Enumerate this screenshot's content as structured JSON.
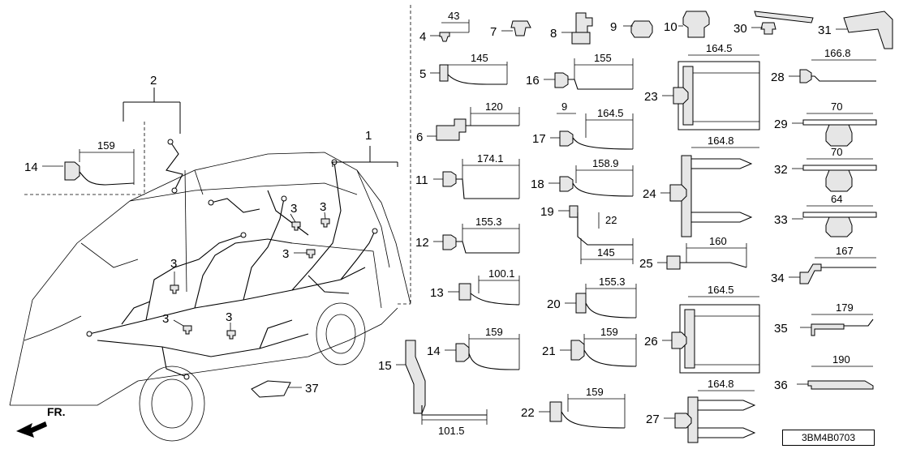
{
  "parts": [
    {
      "num": "1"
    },
    {
      "num": "2"
    },
    {
      "num": "3"
    },
    {
      "num": "4"
    },
    {
      "num": "5"
    },
    {
      "num": "6"
    },
    {
      "num": "7"
    },
    {
      "num": "8"
    },
    {
      "num": "9"
    },
    {
      "num": "10"
    },
    {
      "num": "11"
    },
    {
      "num": "12"
    },
    {
      "num": "13"
    },
    {
      "num": "14"
    },
    {
      "num": "15"
    },
    {
      "num": "16"
    },
    {
      "num": "17"
    },
    {
      "num": "18"
    },
    {
      "num": "19"
    },
    {
      "num": "20"
    },
    {
      "num": "21"
    },
    {
      "num": "22"
    },
    {
      "num": "23"
    },
    {
      "num": "24"
    },
    {
      "num": "25"
    },
    {
      "num": "26"
    },
    {
      "num": "27"
    },
    {
      "num": "28"
    },
    {
      "num": "29"
    },
    {
      "num": "30"
    },
    {
      "num": "31"
    },
    {
      "num": "32"
    },
    {
      "num": "33"
    },
    {
      "num": "34"
    },
    {
      "num": "35"
    },
    {
      "num": "36"
    },
    {
      "num": "37"
    }
  ],
  "dimensions": {
    "d4": "43",
    "d5": "145",
    "d6": "120",
    "d11": "174.1",
    "d12": "155.3",
    "d13": "100.1",
    "d14": "159",
    "d14b": "159",
    "d15": "101.5",
    "d16": "155",
    "d17a": "9",
    "d17b": "164.5",
    "d18": "158.9",
    "d19a": "22",
    "d19b": "145",
    "d20": "155.3",
    "d21": "159",
    "d22": "159",
    "d23": "164.5",
    "d24": "164.8",
    "d25": "160",
    "d26": "164.5",
    "d27": "164.8",
    "d28": "166.8",
    "d29": "70",
    "d32": "70",
    "d33": "64",
    "d34": "167",
    "d35": "179",
    "d36": "190"
  },
  "catalog_code": "3BM4B0703",
  "front_label": "FR."
}
